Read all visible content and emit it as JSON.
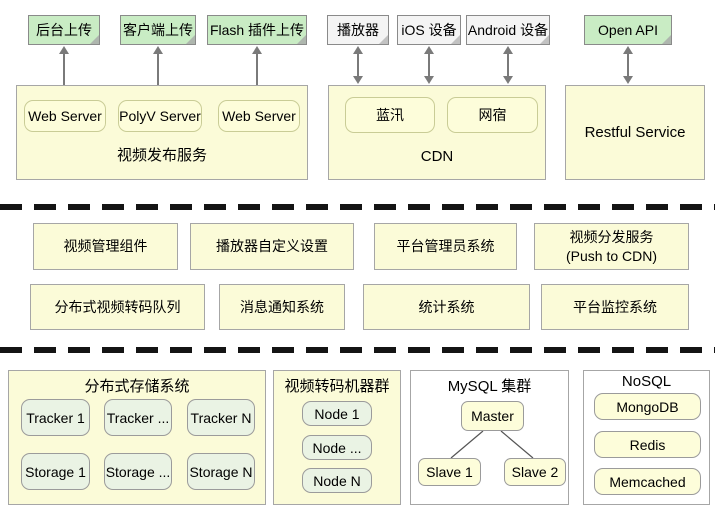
{
  "colors": {
    "note_green": "#c9ecc4",
    "note_gray": "#f4f4f4",
    "panel_yellow": "#fbfbd8",
    "chip_yellow": "#fdfdda",
    "chip_green": "#eaf3e4",
    "arrow_gray": "#7a7a7a",
    "divider_black": "#141414"
  },
  "top_notes": [
    {
      "label": "后台上传",
      "style": "green"
    },
    {
      "label": "客户端上传",
      "style": "green"
    },
    {
      "label": "Flash 插件上传",
      "style": "green"
    },
    {
      "label": "播放器",
      "style": "gray"
    },
    {
      "label": "iOS 设备",
      "style": "gray"
    },
    {
      "label": "Android 设备",
      "style": "gray"
    },
    {
      "label": "Open API",
      "style": "green"
    }
  ],
  "tier1": {
    "publish": {
      "title": "视频发布服务",
      "servers": [
        "Web Server",
        "PolyV Server",
        "Web Server"
      ]
    },
    "cdn": {
      "title": "CDN",
      "providers": [
        "蓝汛",
        "网宿"
      ]
    },
    "restful": {
      "title": "Restful Service"
    }
  },
  "tier2": {
    "row1": [
      {
        "label": "视频管理组件"
      },
      {
        "label": "播放器自定义设置"
      },
      {
        "label": "平台管理员系统"
      },
      {
        "label": "视频分发服务",
        "sublabel": "(Push to CDN)"
      }
    ],
    "row2": [
      {
        "label": "分布式视频转码队列"
      },
      {
        "label": "消息通知系统"
      },
      {
        "label": "统计系统"
      },
      {
        "label": "平台监控系统"
      }
    ]
  },
  "tier3": {
    "storage": {
      "title": "分布式存储系统",
      "trackers": [
        "Tracker 1",
        "Tracker ...",
        "Tracker N"
      ],
      "storages": [
        "Storage 1",
        "Storage ...",
        "Storage N"
      ]
    },
    "transcode": {
      "title": "视频转码机器群",
      "nodes": [
        "Node 1",
        "Node ...",
        "Node N"
      ]
    },
    "mysql": {
      "title": "MySQL 集群",
      "master": "Master",
      "slaves": [
        "Slave 1",
        "Slave 2"
      ]
    },
    "nosql": {
      "title": "NoSQL",
      "items": [
        "MongoDB",
        "Redis",
        "Memcached"
      ]
    }
  }
}
